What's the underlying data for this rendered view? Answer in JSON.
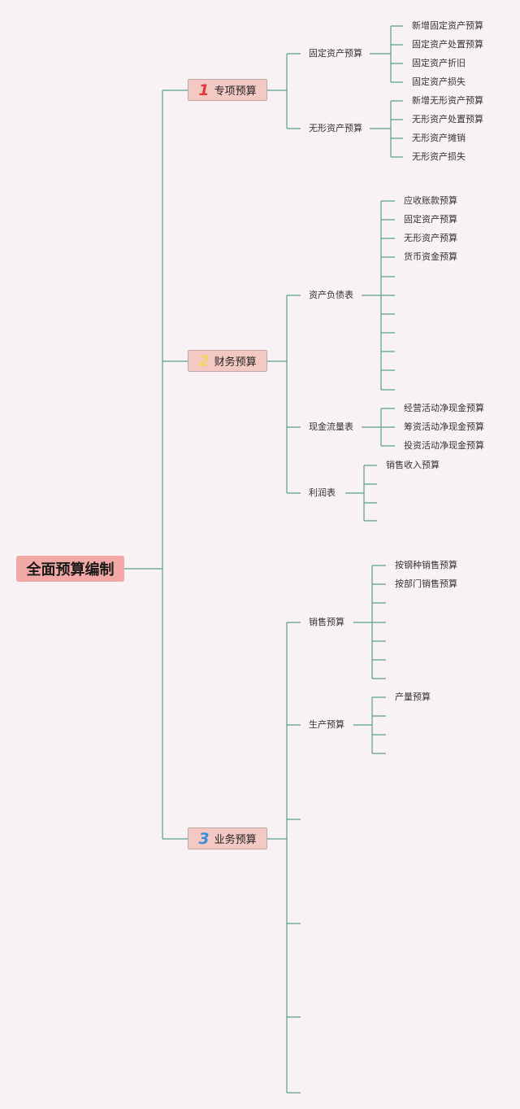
{
  "root": "全面预算编制",
  "branches": [
    {
      "num": "1",
      "label": "专项预算",
      "num_color": "#e0393e"
    },
    {
      "num": "2",
      "label": "财务预算",
      "num_color": "#f4d35e"
    },
    {
      "num": "3",
      "label": "业务预算",
      "num_color": "#3a8fd9"
    }
  ],
  "special": {
    "fixed": {
      "label": "固定资产预算",
      "items": [
        "新增固定资产预算",
        "固定资产处置预算",
        "固定资产折旧",
        "固定资产损失"
      ]
    },
    "intangible": {
      "label": "无形资产预算",
      "items": [
        "新增无形资产预算",
        "无形资产处置预算",
        "无形资产摊销",
        "无形资产损失"
      ]
    }
  },
  "finance": {
    "balance": {
      "label": "资产负债表",
      "items": [
        "应收账款预算",
        "固定资产预算",
        "无形资产预算",
        "货币资金预算"
      ]
    },
    "cashflow": {
      "label": "现金流量表",
      "items": [
        "经营活动净现金预算",
        "筹资活动净现金预算",
        "投资活动净现金预算"
      ]
    },
    "profit": {
      "label": "利润表",
      "items": [
        "销售收入预算"
      ]
    }
  },
  "business": {
    "sales": {
      "label": "销售预算",
      "items": [
        "按钢种销售预算",
        "按部门销售预算"
      ]
    },
    "production": {
      "label": "生产预算",
      "items": [
        "产量预算"
      ]
    }
  }
}
